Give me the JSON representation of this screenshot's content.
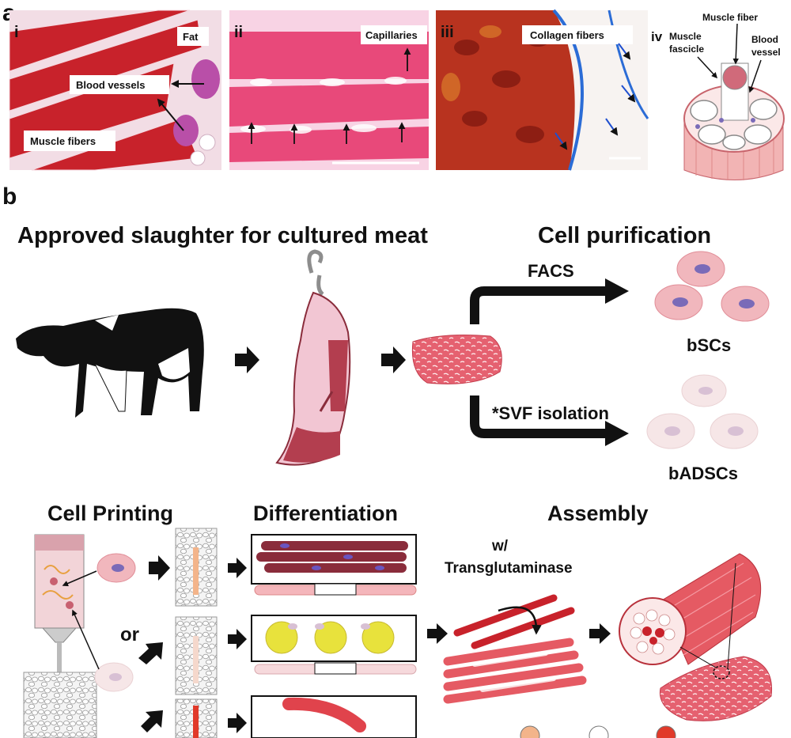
{
  "panel_a": {
    "letter": "a",
    "sub_i": {
      "numeral": "i",
      "labels": {
        "fat": "Fat",
        "blood_vessels": "Blood vessels",
        "muscle_fibers": "Muscle fibers"
      }
    },
    "sub_ii": {
      "numeral": "ii",
      "labels": {
        "capillaries": "Capillaries"
      }
    },
    "sub_iii": {
      "numeral": "iii",
      "labels": {
        "collagen": "Collagen fibers"
      }
    },
    "sub_iv": {
      "numeral": "iv",
      "labels": {
        "muscle_fiber": "Muscle fiber",
        "muscle_fascicle_1": "Muscle",
        "muscle_fascicle_2": "fascicle",
        "blood_vessel_1": "Blood",
        "blood_vessel_2": "vessel"
      }
    }
  },
  "panel_b": {
    "letter": "b",
    "heading_slaughter": "Approved slaughter for cultured meat",
    "heading_purification": "Cell purification",
    "facs": "FACS",
    "svf": "*SVF isolation",
    "bscs": "bSCs",
    "badscs": "bADSCs",
    "heading_printing": "Cell Printing",
    "heading_differentiation": "Differentiation",
    "heading_assembly": "Assembly",
    "transglut_1": "w/",
    "transglut_2": "Transglutaminase",
    "or": "or"
  },
  "colors": {
    "muscle": "#c8222b",
    "pink_stain": "#e8497a",
    "collagen_blue": "#2b6cd6",
    "meat_pink": "#e85a6a",
    "cell_pink": "#f3c4c8",
    "nucleus": "#7a6bb8",
    "fat_yellow": "#e8e23c"
  }
}
